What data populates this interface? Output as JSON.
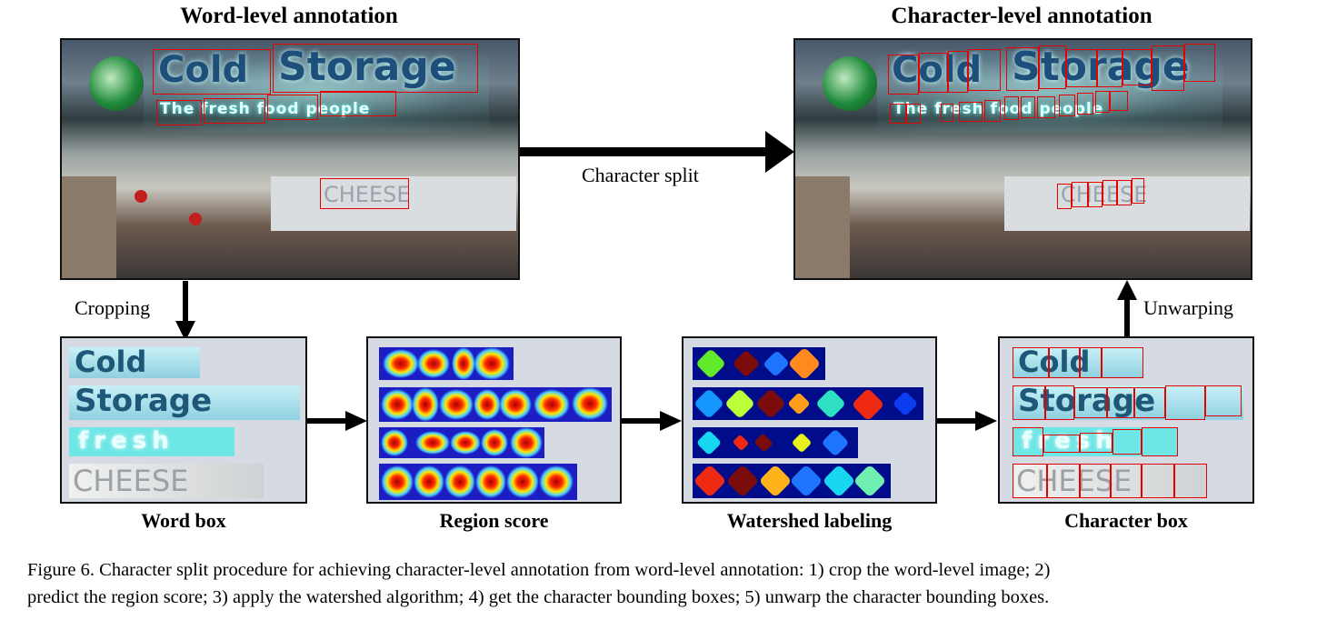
{
  "titles": {
    "left": "Word-level annotation",
    "right": "Character-level annotation"
  },
  "arrow_labels": {
    "split": "Character split",
    "crop": "Cropping",
    "unwarp": "Unwarping"
  },
  "panels": {
    "word_box": "Word box",
    "region_score": "Region score",
    "watershed": "Watershed labeling",
    "char_box": "Character box"
  },
  "sign": {
    "line1a": "Cold",
    "line1b": "Storage",
    "line2": "The fresh food people",
    "store": "CHEESE"
  },
  "crops": [
    "Cold",
    "Storage",
    "fresh",
    "CHEESE"
  ],
  "caption": {
    "line1": "Figure 6. Character split procedure for achieving character-level annotation from word-level annotation: 1) crop the word-level image; 2)",
    "line2": "predict the region score; 3) apply the watershed algorithm; 4) get the character bounding boxes; 5) unwarp the character bounding boxes."
  },
  "colors": {
    "box": "#e60000",
    "panel_bg": "#d5dae3",
    "sign_text": "#1d4f7a",
    "heat_bg": "#1c1ec4",
    "watershed_bg": "#000c8a"
  }
}
